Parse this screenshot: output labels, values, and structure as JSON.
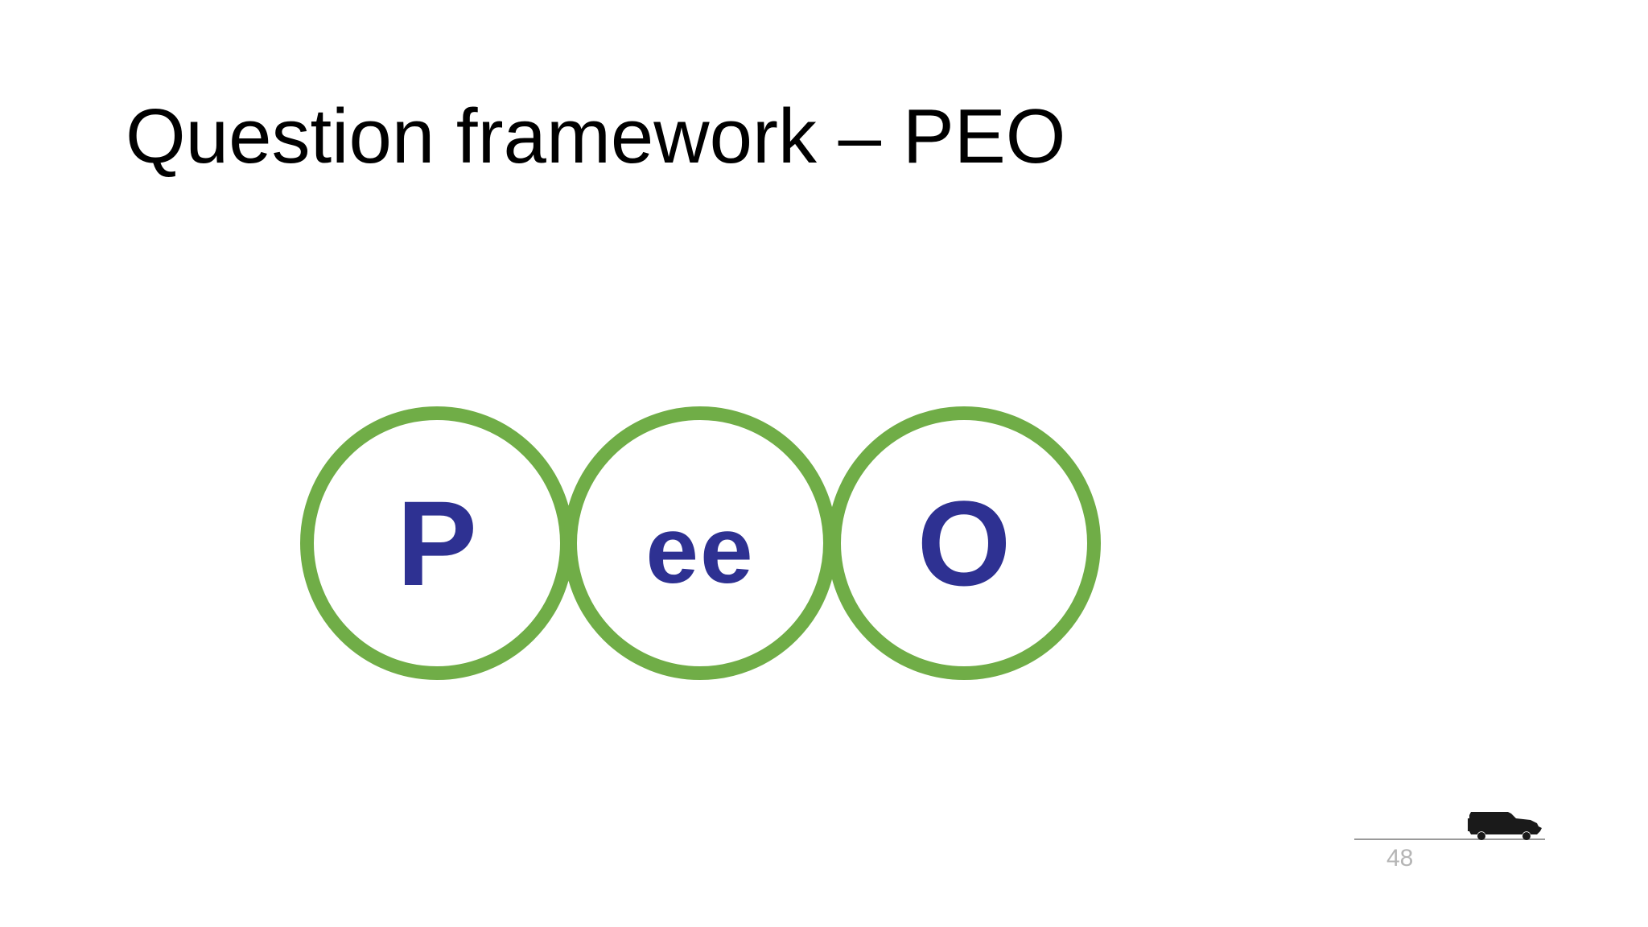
{
  "slide": {
    "title": "Question framework – PEO",
    "circles": [
      {
        "letter": "P"
      },
      {
        "letter": "ee"
      },
      {
        "letter": "O"
      }
    ],
    "page_number": "48",
    "colors": {
      "circle_ring": "#70ad47",
      "letter": "#2e3192",
      "title": "#000000",
      "page_number": "#b5b5b5"
    },
    "footer_icon": "car-silhouette-icon"
  }
}
